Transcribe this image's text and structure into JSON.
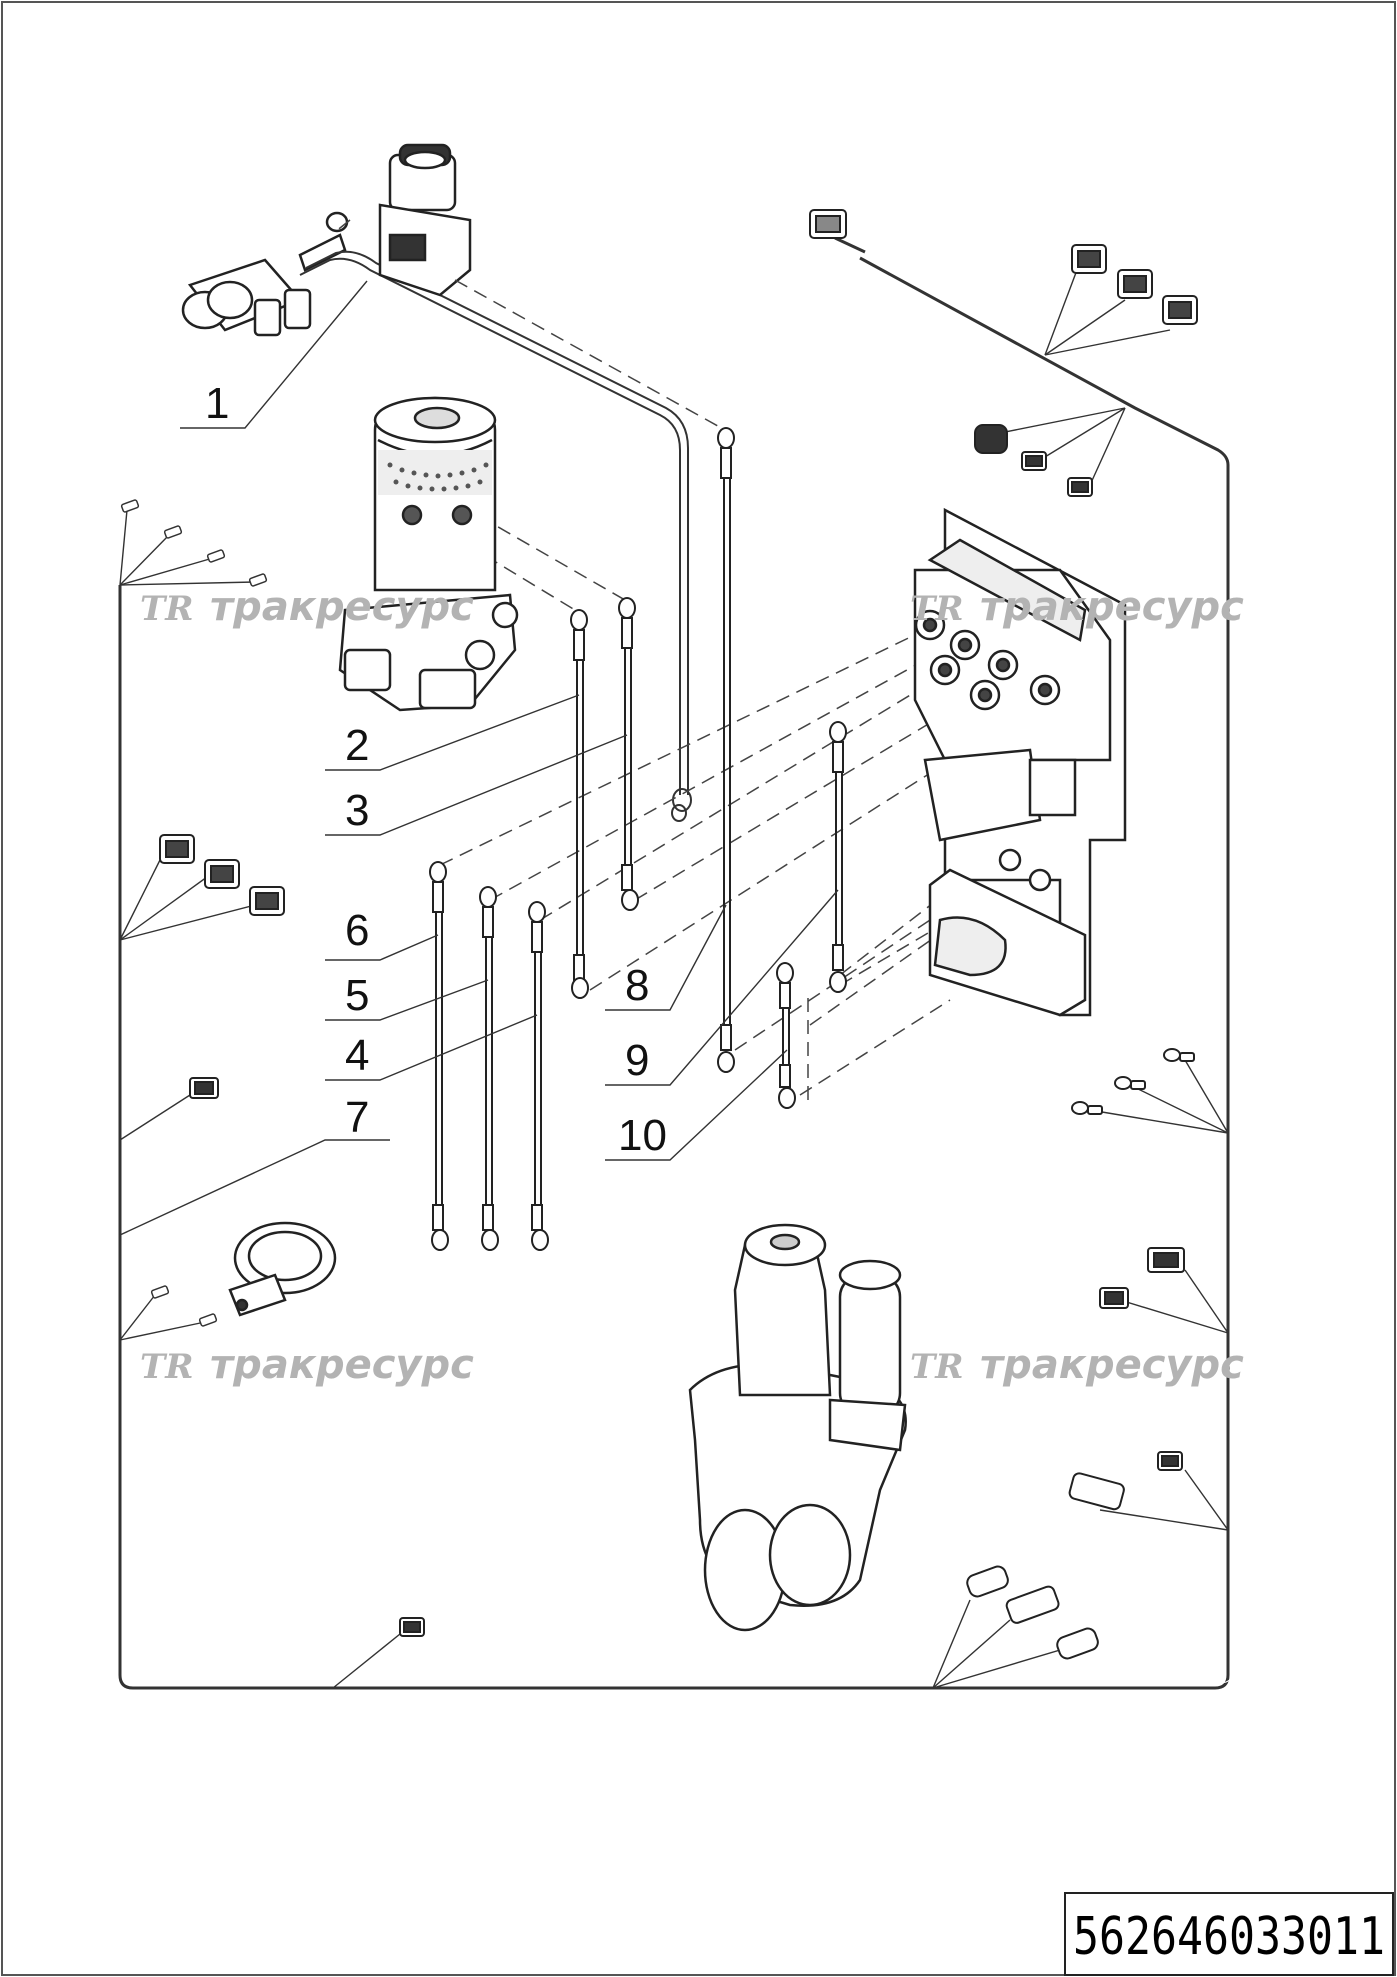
{
  "drawing": {
    "part_number": "562646033011",
    "watermark_text": "тракресурс",
    "watermark_logo": "TR",
    "callouts": [
      {
        "id": "c1",
        "label": "1"
      },
      {
        "id": "c2",
        "label": "2"
      },
      {
        "id": "c3",
        "label": "3"
      },
      {
        "id": "c6",
        "label": "6"
      },
      {
        "id": "c5",
        "label": "5"
      },
      {
        "id": "c4",
        "label": "4"
      },
      {
        "id": "c7",
        "label": "7"
      },
      {
        "id": "c8",
        "label": "8"
      },
      {
        "id": "c9",
        "label": "9"
      },
      {
        "id": "c10",
        "label": "10"
      }
    ],
    "colors": {
      "line": "#333333",
      "watermark": "#b3b3b3",
      "paper": "#ffffff"
    }
  }
}
